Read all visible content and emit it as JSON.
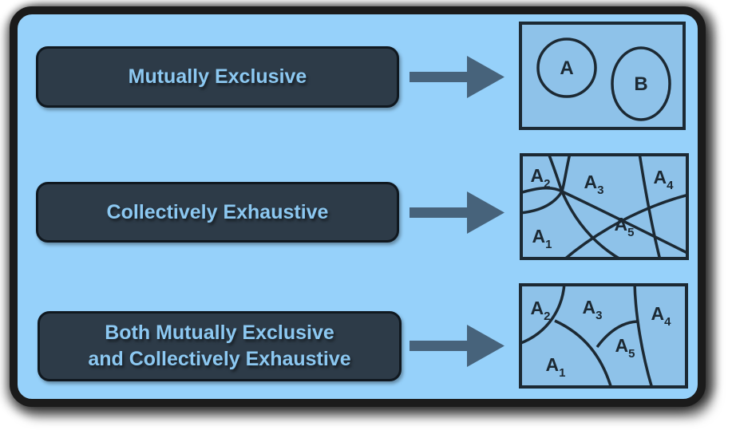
{
  "colors": {
    "page_background": "#ffffff",
    "canvas_background": "#96d1fa",
    "label_box_fill": "#2d3b48",
    "label_box_border": "#10181f",
    "label_text": "#8cc8f1",
    "arrow_fill": "#47637b",
    "diagram_box_fill": "#8ec2e9",
    "diagram_stroke": "#1c2933",
    "frame_border": "#1b1b1b"
  },
  "rows": [
    {
      "concept": "Mutually Exclusive",
      "label_lines": [
        "Mutually Exclusive"
      ],
      "diagram": {
        "type": "two-disjoint-sets",
        "sets": [
          {
            "label": "A"
          },
          {
            "label": "B"
          }
        ]
      }
    },
    {
      "concept": "Collectively Exhaustive",
      "label_lines": [
        "Collectively Exhaustive"
      ],
      "diagram": {
        "type": "overlapping-regions-covering-space",
        "regions": [
          {
            "main": "A",
            "sub": "2"
          },
          {
            "main": "A",
            "sub": "3"
          },
          {
            "main": "A",
            "sub": "4"
          },
          {
            "main": "A",
            "sub": "1"
          },
          {
            "main": "A",
            "sub": "5"
          }
        ]
      }
    },
    {
      "concept": "Both Mutually Exclusive and Collectively Exhaustive",
      "label_lines": [
        "Both Mutually Exclusive",
        "and Collectively Exhaustive"
      ],
      "diagram": {
        "type": "partitioned-regions-covering-space",
        "regions": [
          {
            "main": "A",
            "sub": "2"
          },
          {
            "main": "A",
            "sub": "3"
          },
          {
            "main": "A",
            "sub": "4"
          },
          {
            "main": "A",
            "sub": "1"
          },
          {
            "main": "A",
            "sub": "5"
          }
        ]
      }
    }
  ]
}
